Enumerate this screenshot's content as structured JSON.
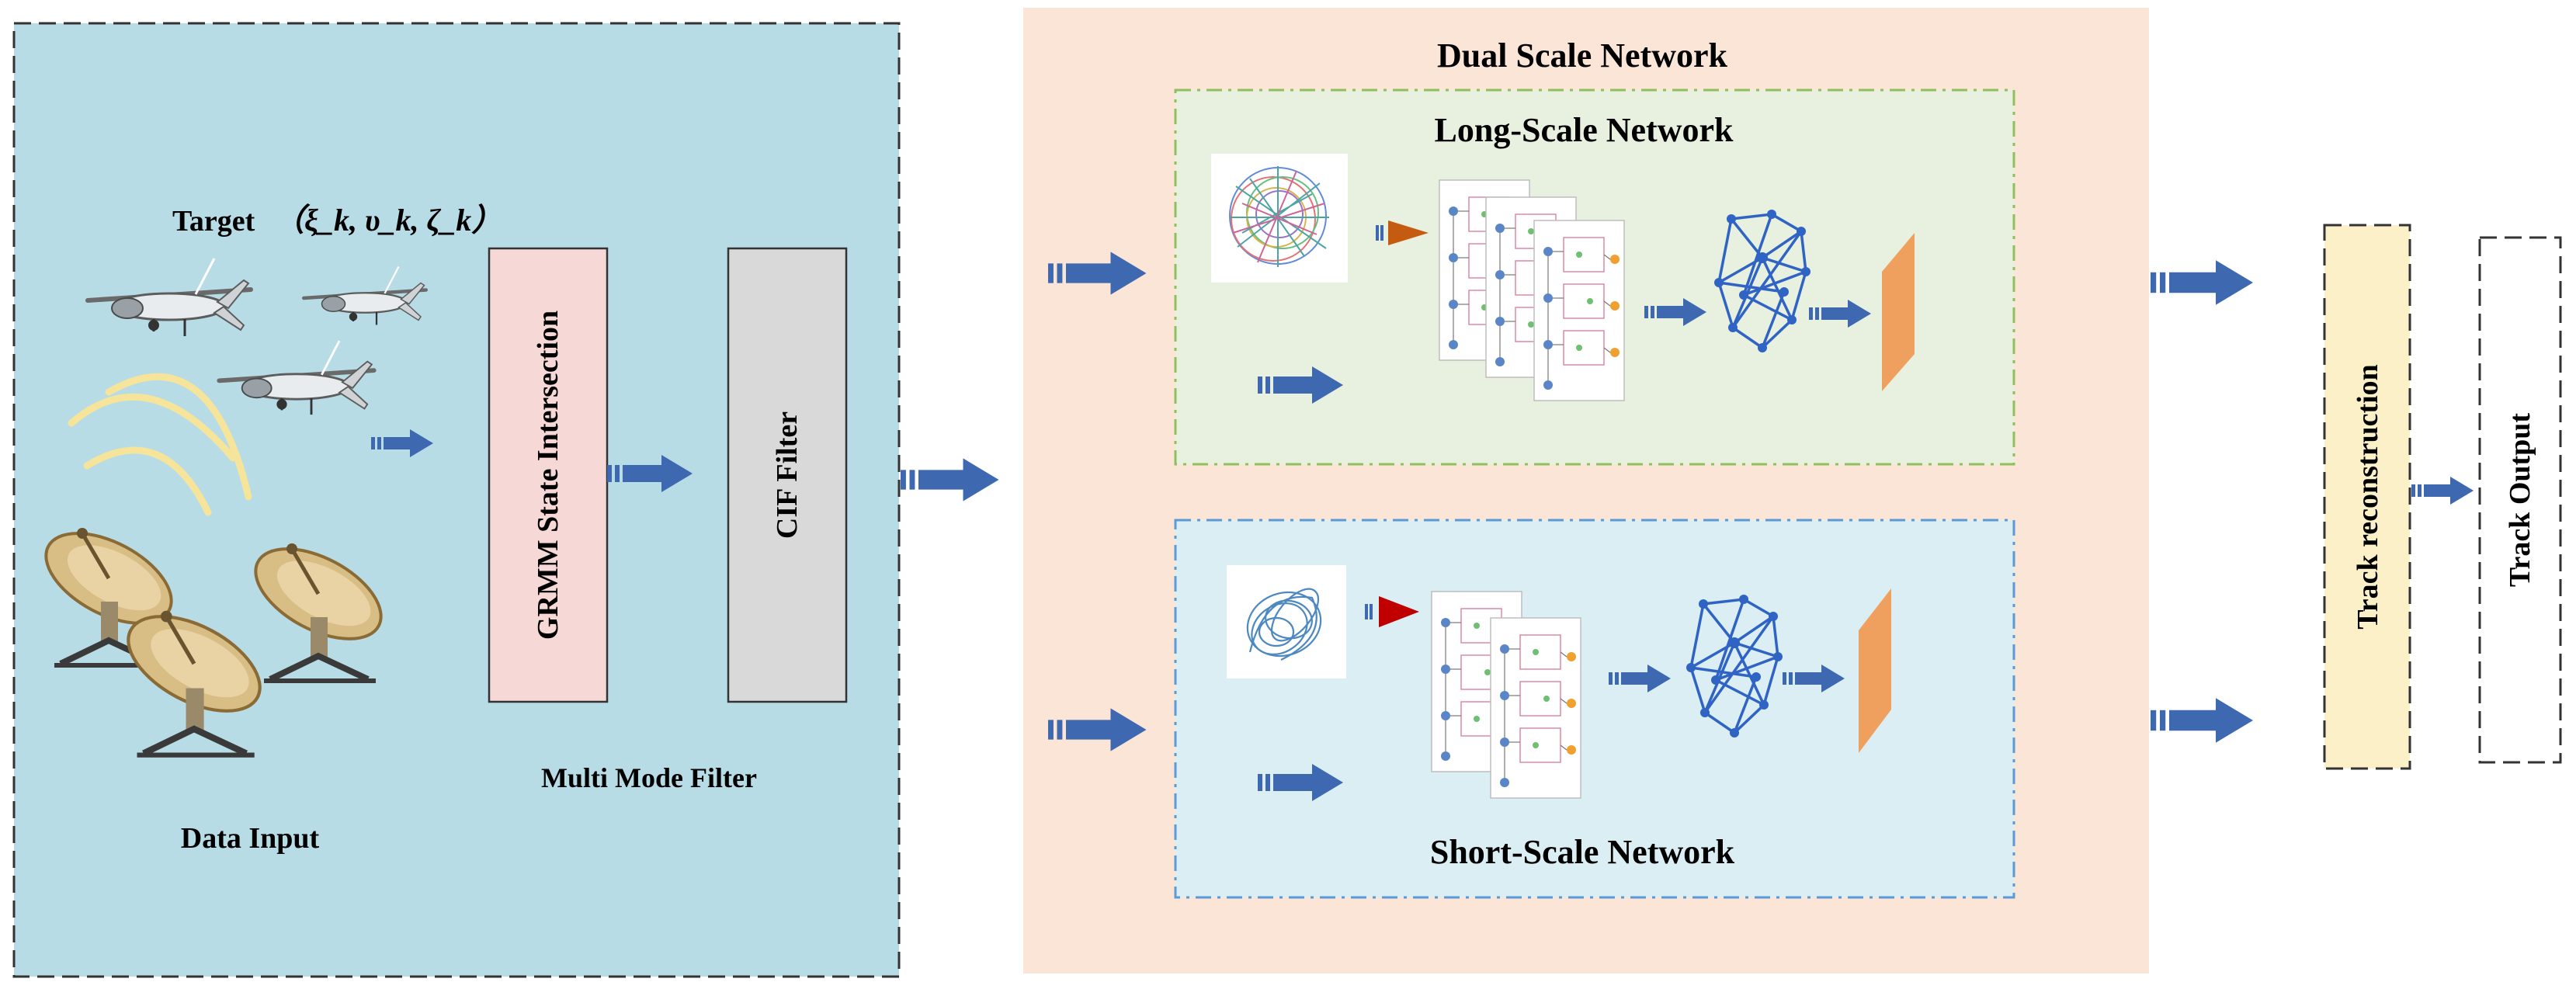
{
  "data_input": {
    "target_label": "Target",
    "target_params": "（ξ_k, υ_k, ζ_k）",
    "section_label": "Data Input"
  },
  "filter": {
    "grmm_label": "GRMM State Intersection",
    "cif_label": "CIF Filter",
    "section_label": "Multi Mode Filter"
  },
  "dual_scale": {
    "title": "Dual Scale Network",
    "long_scale_title": "Long-Scale Network",
    "short_scale_title": "Short-Scale Network"
  },
  "output": {
    "reconstruction_label": "Track  reconstruction",
    "output_label": "Track Output"
  },
  "colors": {
    "data_panel": "#b8dce6",
    "dual_panel": "#fbe5d6",
    "long_panel": "#e8f1df",
    "short_panel": "#dbeef4",
    "grmm_box": "#f6d8d6",
    "cif_box": "#d9d9d9",
    "reconstruction_box": "#fcf0c8",
    "arrow": "#3e68b0",
    "output_layer": "#f0a05e",
    "long_triangle": "#c55a11",
    "short_triangle": "#c00000"
  },
  "icons": {
    "drone": "uav-drone-icon",
    "radar": "radar-dish-icon",
    "signal": "radar-wave-icon",
    "lstm": "lstm-stack-icon",
    "graph": "neural-graph-icon",
    "chaos": "chaotic-signal-icon"
  }
}
